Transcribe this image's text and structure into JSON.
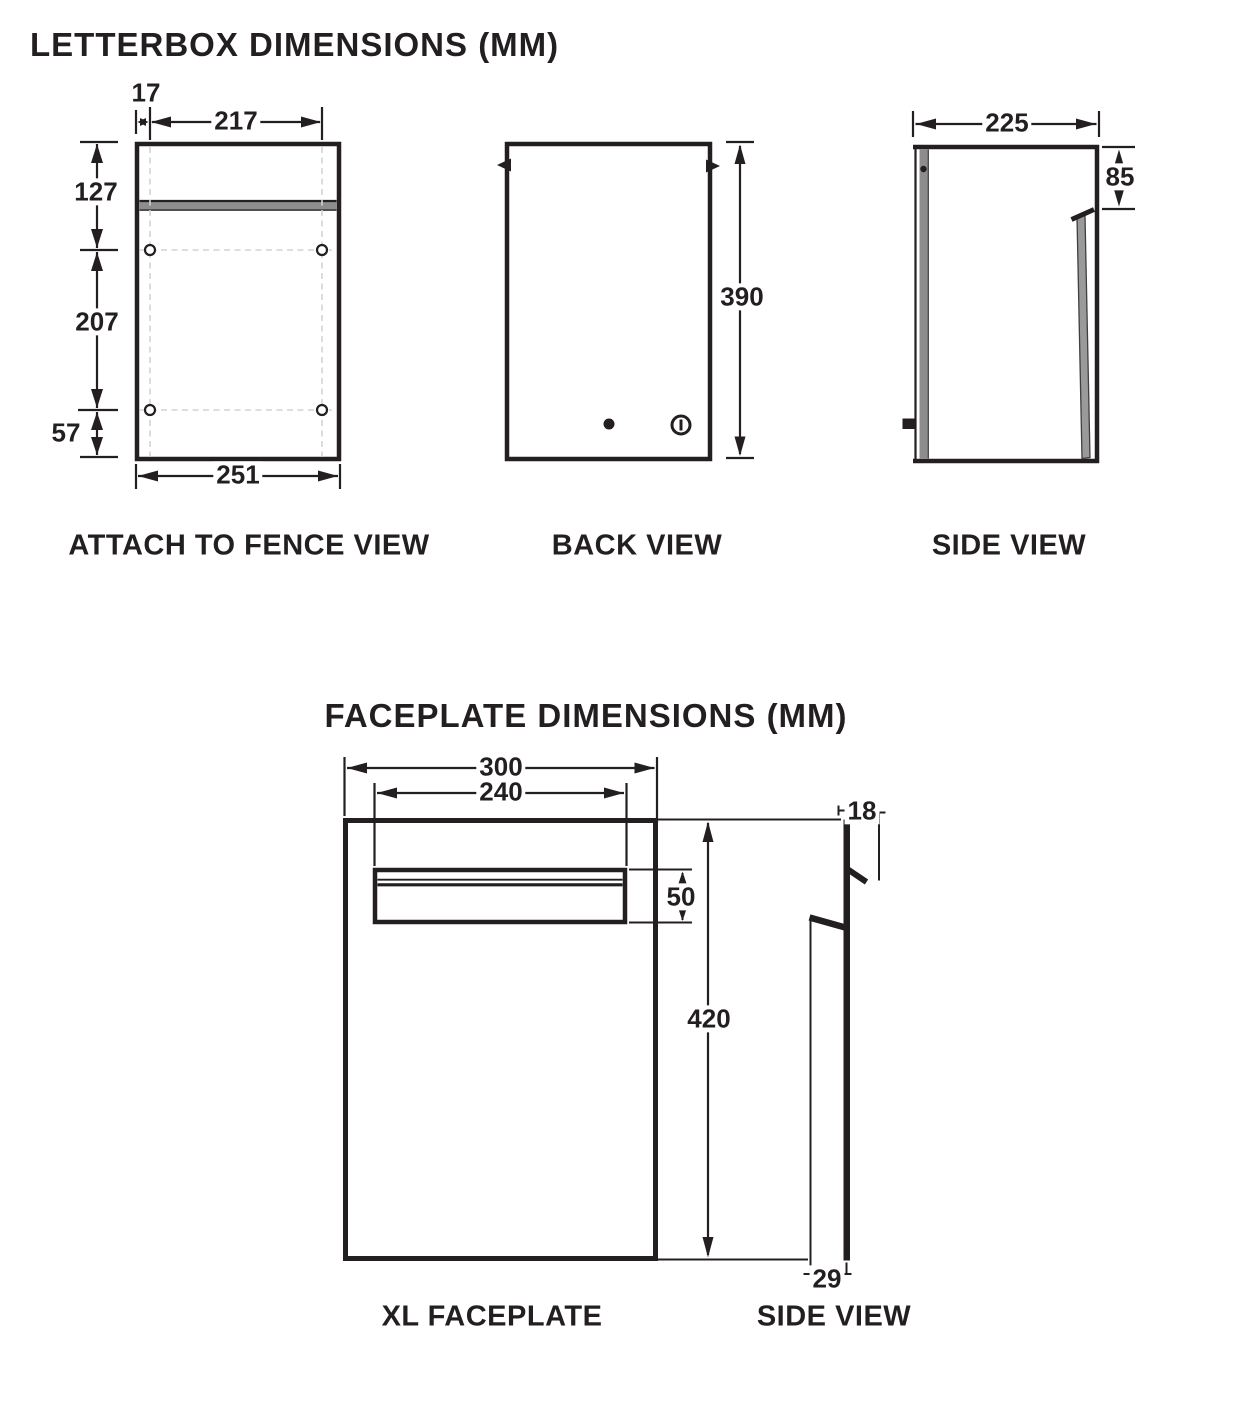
{
  "lb": {
    "title": "LETTERBOX DIMENSIONS (MM)",
    "attach": {
      "label": "ATTACH TO FENCE VIEW",
      "d17": "17",
      "d217": "217",
      "d127": "127",
      "d207": "207",
      "d57": "57",
      "d251": "251"
    },
    "back": {
      "label": "BACK VIEW",
      "d390": "390"
    },
    "side": {
      "label": "SIDE VIEW",
      "d225": "225",
      "d85": "85"
    }
  },
  "fp": {
    "title": "FACEPLATE DIMENSIONS (MM)",
    "xl": {
      "label": "XL FACEPLATE",
      "d300": "300",
      "d240": "240",
      "d50": "50",
      "d420": "420"
    },
    "side": {
      "label": "SIDE VIEW",
      "d18": "18",
      "d29": "29"
    }
  },
  "colors": {
    "ink": "#231f20",
    "slot_gray": "#8d8d8d",
    "flap_gray": "#9a9a9a",
    "dash_gray": "#d4d4d4"
  }
}
